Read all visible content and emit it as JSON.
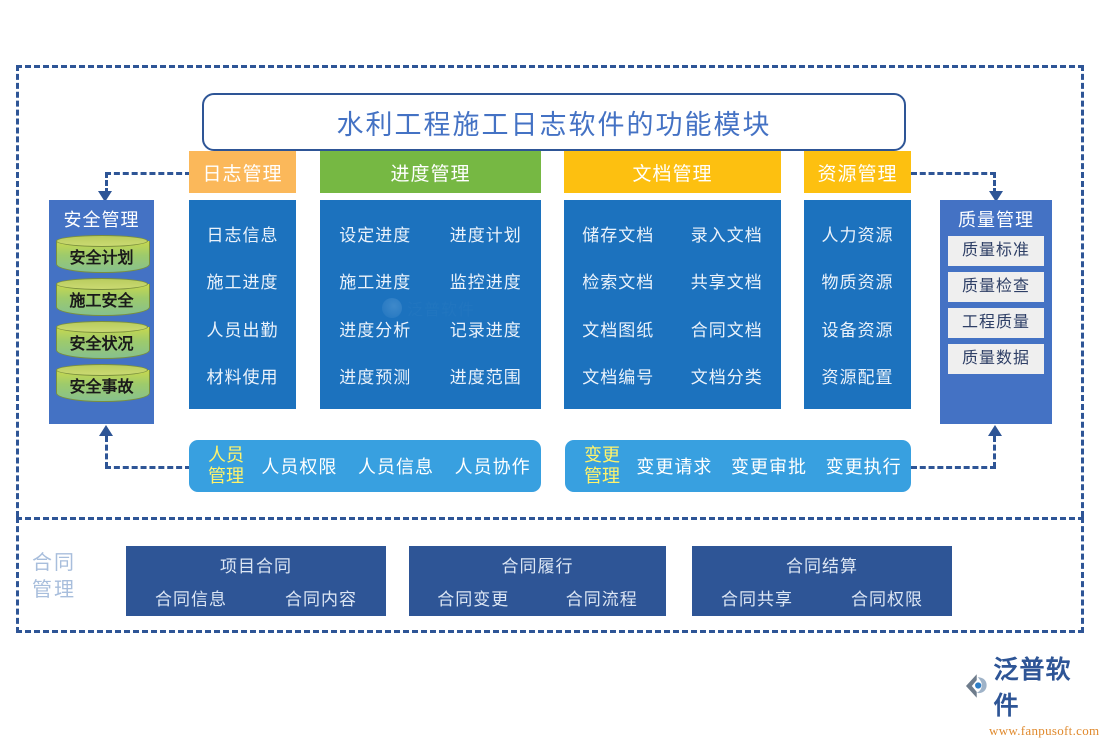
{
  "title": "水利工程施工日志软件的功能模块",
  "tabs": [
    {
      "label": "日志管理",
      "color": "#FBB85A"
    },
    {
      "label": "进度管理",
      "color": "#76B843"
    },
    {
      "label": "文档管理",
      "color": "#FDC010"
    },
    {
      "label": "资源管理",
      "color": "#FDC010"
    }
  ],
  "panels": [
    {
      "name": "log",
      "columns": 1,
      "items": [
        "日志信息",
        "施工进度",
        "人员出勤",
        "材料使用"
      ]
    },
    {
      "name": "progress",
      "columns": 2,
      "items": [
        "设定进度",
        "进度计划",
        "施工进度",
        "监控进度",
        "进度分析",
        "记录进度",
        "进度预测",
        "进度范围"
      ]
    },
    {
      "name": "document",
      "columns": 2,
      "items": [
        "储存文档",
        "录入文档",
        "检索文档",
        "共享文档",
        "文档图纸",
        "合同文档",
        "文档编号",
        "文档分类"
      ]
    },
    {
      "name": "resource",
      "columns": 1,
      "items": [
        "人力资源",
        "物质资源",
        "设备资源",
        "资源配置"
      ]
    }
  ],
  "safety": {
    "title": "安全管理",
    "items": [
      "安全计划",
      "施工安全",
      "安全状况",
      "安全事故"
    ]
  },
  "quality": {
    "title": "质量管理",
    "items": [
      "质量标准",
      "质量检查",
      "工程质量",
      "质量数据"
    ]
  },
  "midrows": [
    {
      "label_line1": "人员",
      "label_line2": "管理",
      "items": [
        "人员权限",
        "人员信息",
        "人员协作"
      ]
    },
    {
      "label_line1": "变更",
      "label_line2": "管理",
      "items": [
        "变更请求",
        "变更审批",
        "变更执行"
      ]
    }
  ],
  "contract": {
    "label_line1": "合同",
    "label_line2": "管理",
    "boxes": [
      {
        "title": "项目合同",
        "items": [
          "合同信息",
          "合同内容"
        ]
      },
      {
        "title": "合同履行",
        "items": [
          "合同变更",
          "合同流程"
        ]
      },
      {
        "title": "合同结算",
        "items": [
          "合同共享",
          "合同权限"
        ]
      }
    ]
  },
  "watermark": {
    "text": "泛普软件"
  },
  "logo": {
    "text": "泛普软件",
    "url": "www.fanpusoft.com"
  },
  "colors": {
    "frame": "#2E5596",
    "panel_blue": "#1C72BE",
    "side_blue": "#4472C4",
    "midrow_blue": "#38A0E0",
    "contract_blue": "#2E5596",
    "title_text": "#4472C4",
    "midrow_label": "#FFF36B"
  }
}
